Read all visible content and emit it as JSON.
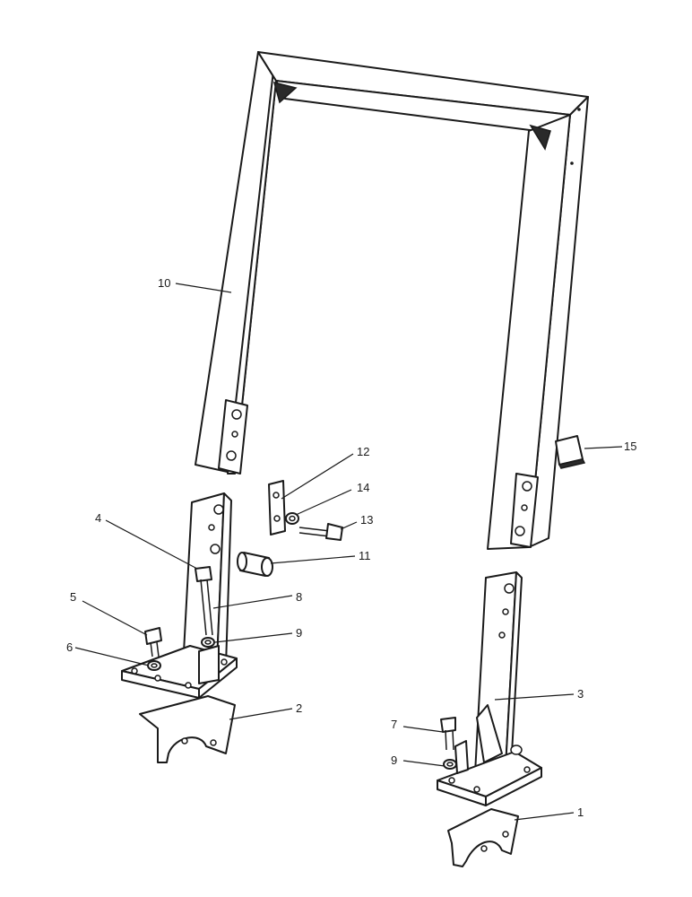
{
  "callouts": {
    "c1": "1",
    "c2": "2",
    "c3": "3",
    "c4": "4",
    "c5": "5",
    "c6": "6",
    "c7": "7",
    "c8": "8",
    "c9a": "9",
    "c9b": "9",
    "c10": "10",
    "c11": "11",
    "c12": "12",
    "c13": "13",
    "c14": "14",
    "c15": "15"
  },
  "colors": {
    "ink": "#1a1a1a",
    "paper": "#ffffff"
  }
}
